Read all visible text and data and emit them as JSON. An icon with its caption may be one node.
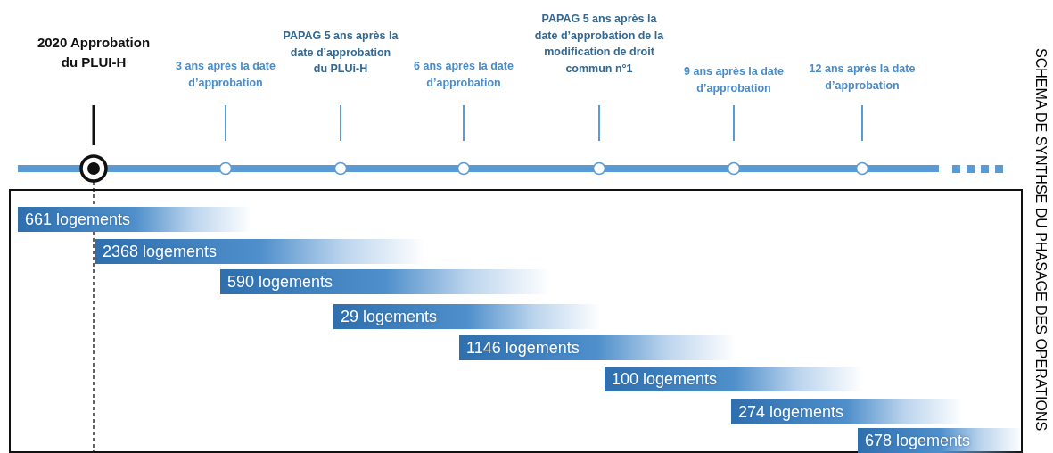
{
  "diagram": {
    "title": "SCHEMA DE SYNTHSE DU PHASAGE DES OPERATIONS",
    "nodes": [
      {
        "text": [],
        "shape": "box"
      },
      {
        "text": [
          "661 logements"
        ],
        "in": 0
      },
      {
        "text": [
          "2368 logements"
        ],
        "in": 0
      },
      {
        "text": [
          "590 logements"
        ],
        "in": 0
      },
      {
        "text": [
          "29 logements"
        ],
        "in": 0
      },
      {
        "text": [
          "1146 logements"
        ],
        "in": 0
      },
      {
        "text": [
          "100 logements"
        ],
        "in": 0
      },
      {
        "text": [
          "274 logements"
        ],
        "in": 0
      },
      {
        "text": [
          "678 logements"
        ],
        "in": 0
      }
    ],
    "labels": [
      "2020 Approbation du PLUI-H",
      "3 ans après la date d’approbation",
      "PAPAG 5 ans après la date d’approbation du PLUi-H",
      "6 ans après la date d’approbation",
      "PAPAG 5 ans après la date d’approbation de la modification de droit commun n°1",
      "9 ans après la date d’approbation",
      "12 ans après la date d’approbation"
    ]
  }
}
